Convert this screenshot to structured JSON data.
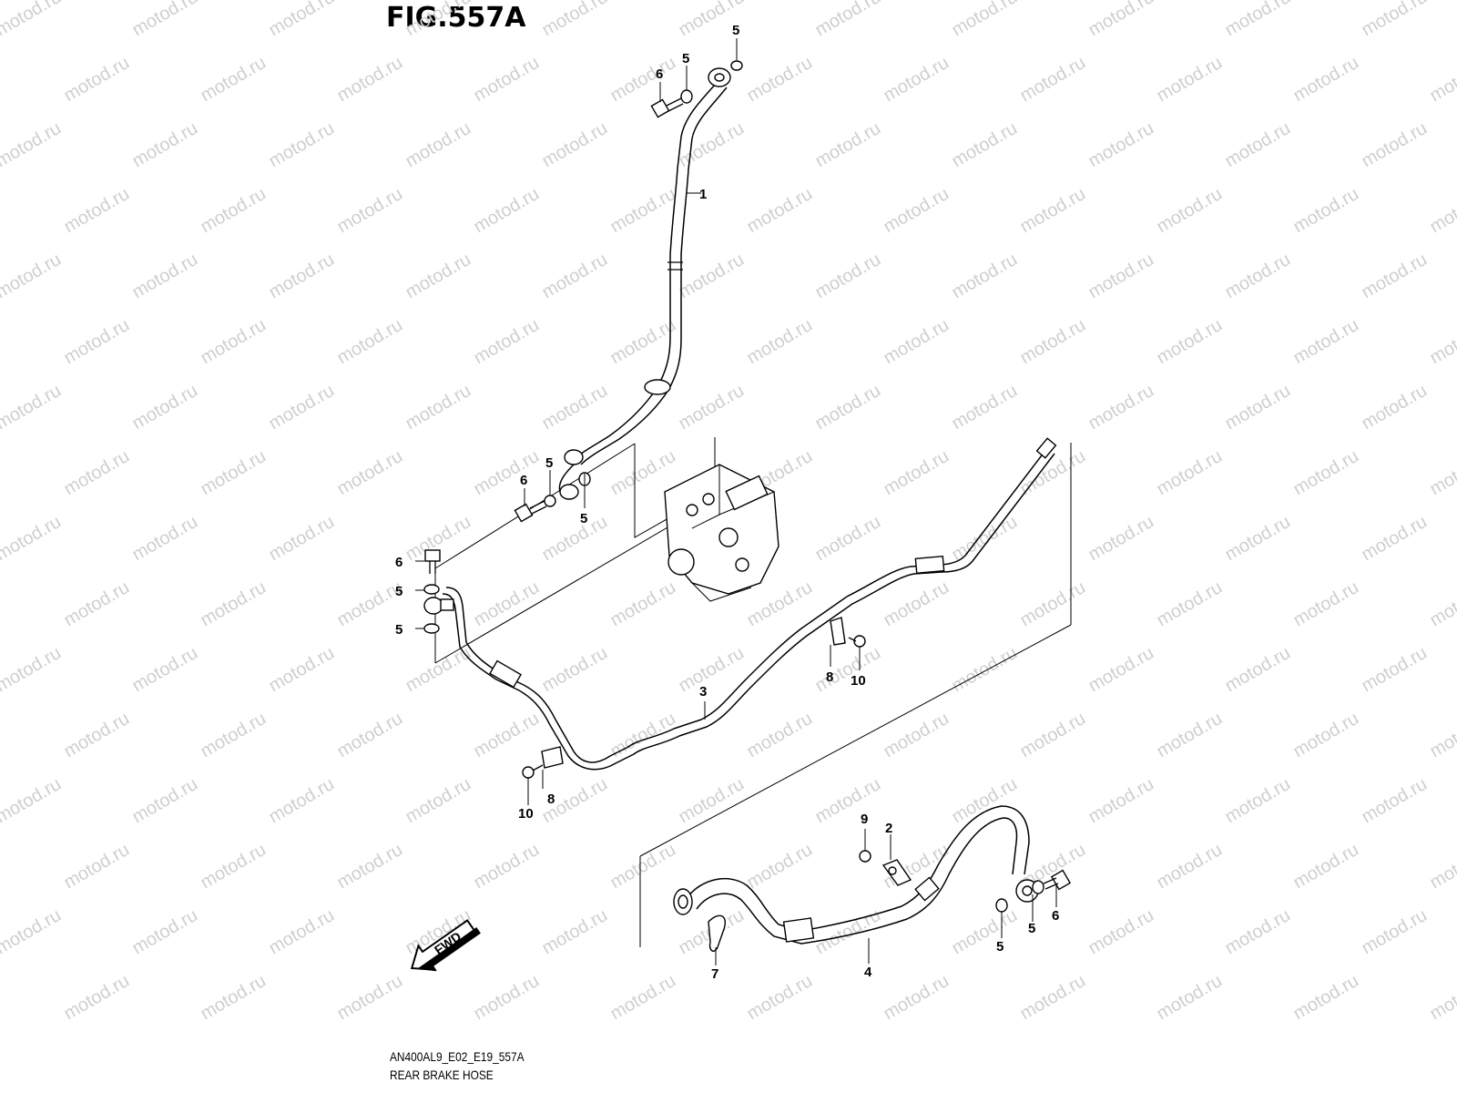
{
  "figure": {
    "title": "FIG.557A",
    "code": "AN400AL9_E02_E19_557A",
    "name": "REAR BRAKE HOSE"
  },
  "watermark": {
    "text": "motod.ru",
    "color": "#cfcfcf"
  },
  "direction_marker": {
    "label": "FWD",
    "icon": "forward-arrow-icon"
  },
  "callouts": [
    {
      "id": "c1",
      "label": "1"
    },
    {
      "id": "c2",
      "label": "2"
    },
    {
      "id": "c3",
      "label": "3"
    },
    {
      "id": "c4",
      "label": "4"
    },
    {
      "id": "c5a",
      "label": "5"
    },
    {
      "id": "c5b",
      "label": "5"
    },
    {
      "id": "c5c",
      "label": "5"
    },
    {
      "id": "c5d",
      "label": "5"
    },
    {
      "id": "c5e",
      "label": "5"
    },
    {
      "id": "c5f",
      "label": "5"
    },
    {
      "id": "c5g",
      "label": "5"
    },
    {
      "id": "c5h",
      "label": "5"
    },
    {
      "id": "c6a",
      "label": "6"
    },
    {
      "id": "c6b",
      "label": "6"
    },
    {
      "id": "c6c",
      "label": "6"
    },
    {
      "id": "c6d",
      "label": "6"
    },
    {
      "id": "c7",
      "label": "7"
    },
    {
      "id": "c8a",
      "label": "8"
    },
    {
      "id": "c8b",
      "label": "8"
    },
    {
      "id": "c9",
      "label": "9"
    },
    {
      "id": "c10a",
      "label": "10"
    },
    {
      "id": "c10b",
      "label": "10"
    }
  ]
}
